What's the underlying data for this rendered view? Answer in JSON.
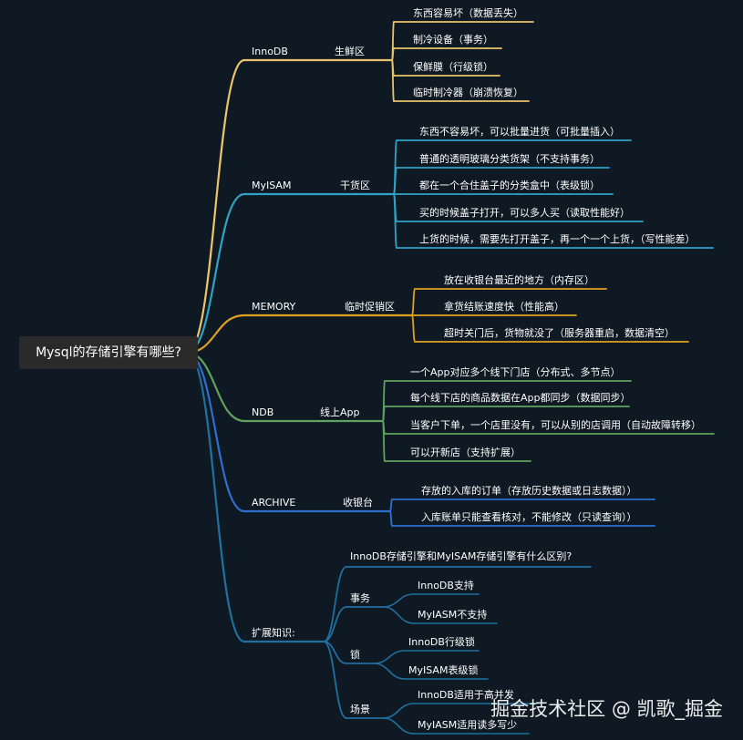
{
  "root": "Mysql的存储引擎有哪些?",
  "colors": {
    "background": "#0f1923",
    "innodb": "#e9c46a",
    "myisam": "#2ea3c4",
    "memory": "#e0a020",
    "ndb": "#5fa35f",
    "archive": "#2e6fd0",
    "extension": "#1f6f9f"
  },
  "branches": [
    {
      "engine": "InnoDB",
      "label": "生鲜区",
      "items": [
        "东西容易坏（数据丢失）",
        "制冷设备（事务）",
        "保鲜膜（行级锁）",
        "临时制冷器（崩溃恢复）"
      ]
    },
    {
      "engine": "MyISAM",
      "label": "干货区",
      "items": [
        "东西不容易坏，可以批量进货（可批量插入）",
        "普通的透明玻璃分类货架（不支持事务）",
        "都在一个合住盖子的分类盒中（表级锁）",
        "买的时候盖子打开，可以多人买（读取性能好）",
        "上货的时候，需要先打开盖子，再一个一个上货，（写性能差）"
      ]
    },
    {
      "engine": "MEMORY",
      "label": "临时促销区",
      "items": [
        "放在收银台最近的地方（内存区）",
        "拿货结账速度快（性能高）",
        "超时关门后，货物就没了（服务器重启，数据清空）"
      ]
    },
    {
      "engine": "NDB",
      "label": "线上App",
      "items": [
        "一个App对应多个线下门店（分布式、多节点）",
        "每个线下店的商品数据在App都同步（数据同步）",
        "当客户下单，一个店里没有，可以从别的店调用（自动故障转移）",
        "可以开新店（支持扩展）"
      ]
    },
    {
      "engine": "ARCHIVE",
      "label": "收银台",
      "items": [
        "存放的入库的订单（存放历史数据或日志数据））",
        "入库账单只能查看核对，不能修改（只读查询））"
      ]
    }
  ],
  "extension": {
    "label": "扩展知识:",
    "question": "InnoDB存储引擎和MyISAM存储引擎有什么区别?",
    "groups": [
      {
        "label": "事务",
        "items": [
          "InnoDB支持",
          "MyIASM不支持"
        ]
      },
      {
        "label": "锁",
        "items": [
          "InnoDB行级锁",
          "MyISAM表级锁"
        ]
      },
      {
        "label": "场景",
        "items": [
          "InnoDB适用于高并发",
          "MyIASM适用读多写少"
        ]
      }
    ]
  },
  "watermark": "掘金技术社区 @ 凯歌_掘金"
}
